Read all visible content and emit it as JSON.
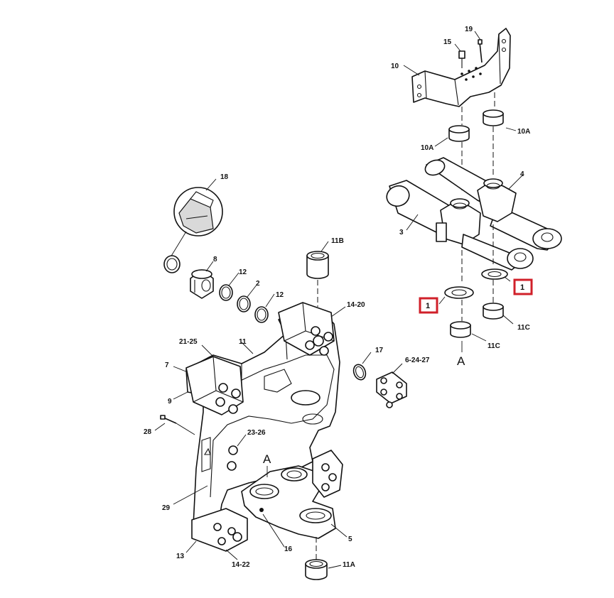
{
  "diagram": {
    "callouts": [
      {
        "id": "19",
        "text": "19"
      },
      {
        "id": "15",
        "text": "15"
      },
      {
        "id": "10",
        "text": "10"
      },
      {
        "id": "10A-right",
        "text": "10A"
      },
      {
        "id": "10A-left",
        "text": "10A"
      },
      {
        "id": "4",
        "text": "4"
      },
      {
        "id": "18",
        "text": "18"
      },
      {
        "id": "3",
        "text": "3"
      },
      {
        "id": "11B",
        "text": "11B"
      },
      {
        "id": "8",
        "text": "8"
      },
      {
        "id": "12-top",
        "text": "12"
      },
      {
        "id": "2",
        "text": "2"
      },
      {
        "id": "12-bottom",
        "text": "12"
      },
      {
        "id": "14-20",
        "text": "14-20"
      },
      {
        "id": "1-right",
        "text": "1"
      },
      {
        "id": "1-left",
        "text": "1"
      },
      {
        "id": "11C-right",
        "text": "11C"
      },
      {
        "id": "11C-left",
        "text": "11C"
      },
      {
        "id": "A-top",
        "text": "A"
      },
      {
        "id": "21-25",
        "text": "21-25"
      },
      {
        "id": "11",
        "text": "11"
      },
      {
        "id": "17",
        "text": "17"
      },
      {
        "id": "6-24-27",
        "text": "6-24-27"
      },
      {
        "id": "7",
        "text": "7"
      },
      {
        "id": "9",
        "text": "9"
      },
      {
        "id": "28",
        "text": "28"
      },
      {
        "id": "23-26",
        "text": "23-26"
      },
      {
        "id": "A-bottom",
        "text": "A"
      },
      {
        "id": "29",
        "text": "29"
      },
      {
        "id": "5",
        "text": "5"
      },
      {
        "id": "16",
        "text": "16"
      },
      {
        "id": "13",
        "text": "13"
      },
      {
        "id": "14-22",
        "text": "14-22"
      },
      {
        "id": "11A",
        "text": "11A"
      }
    ],
    "highlight_color": "#d0202a"
  }
}
